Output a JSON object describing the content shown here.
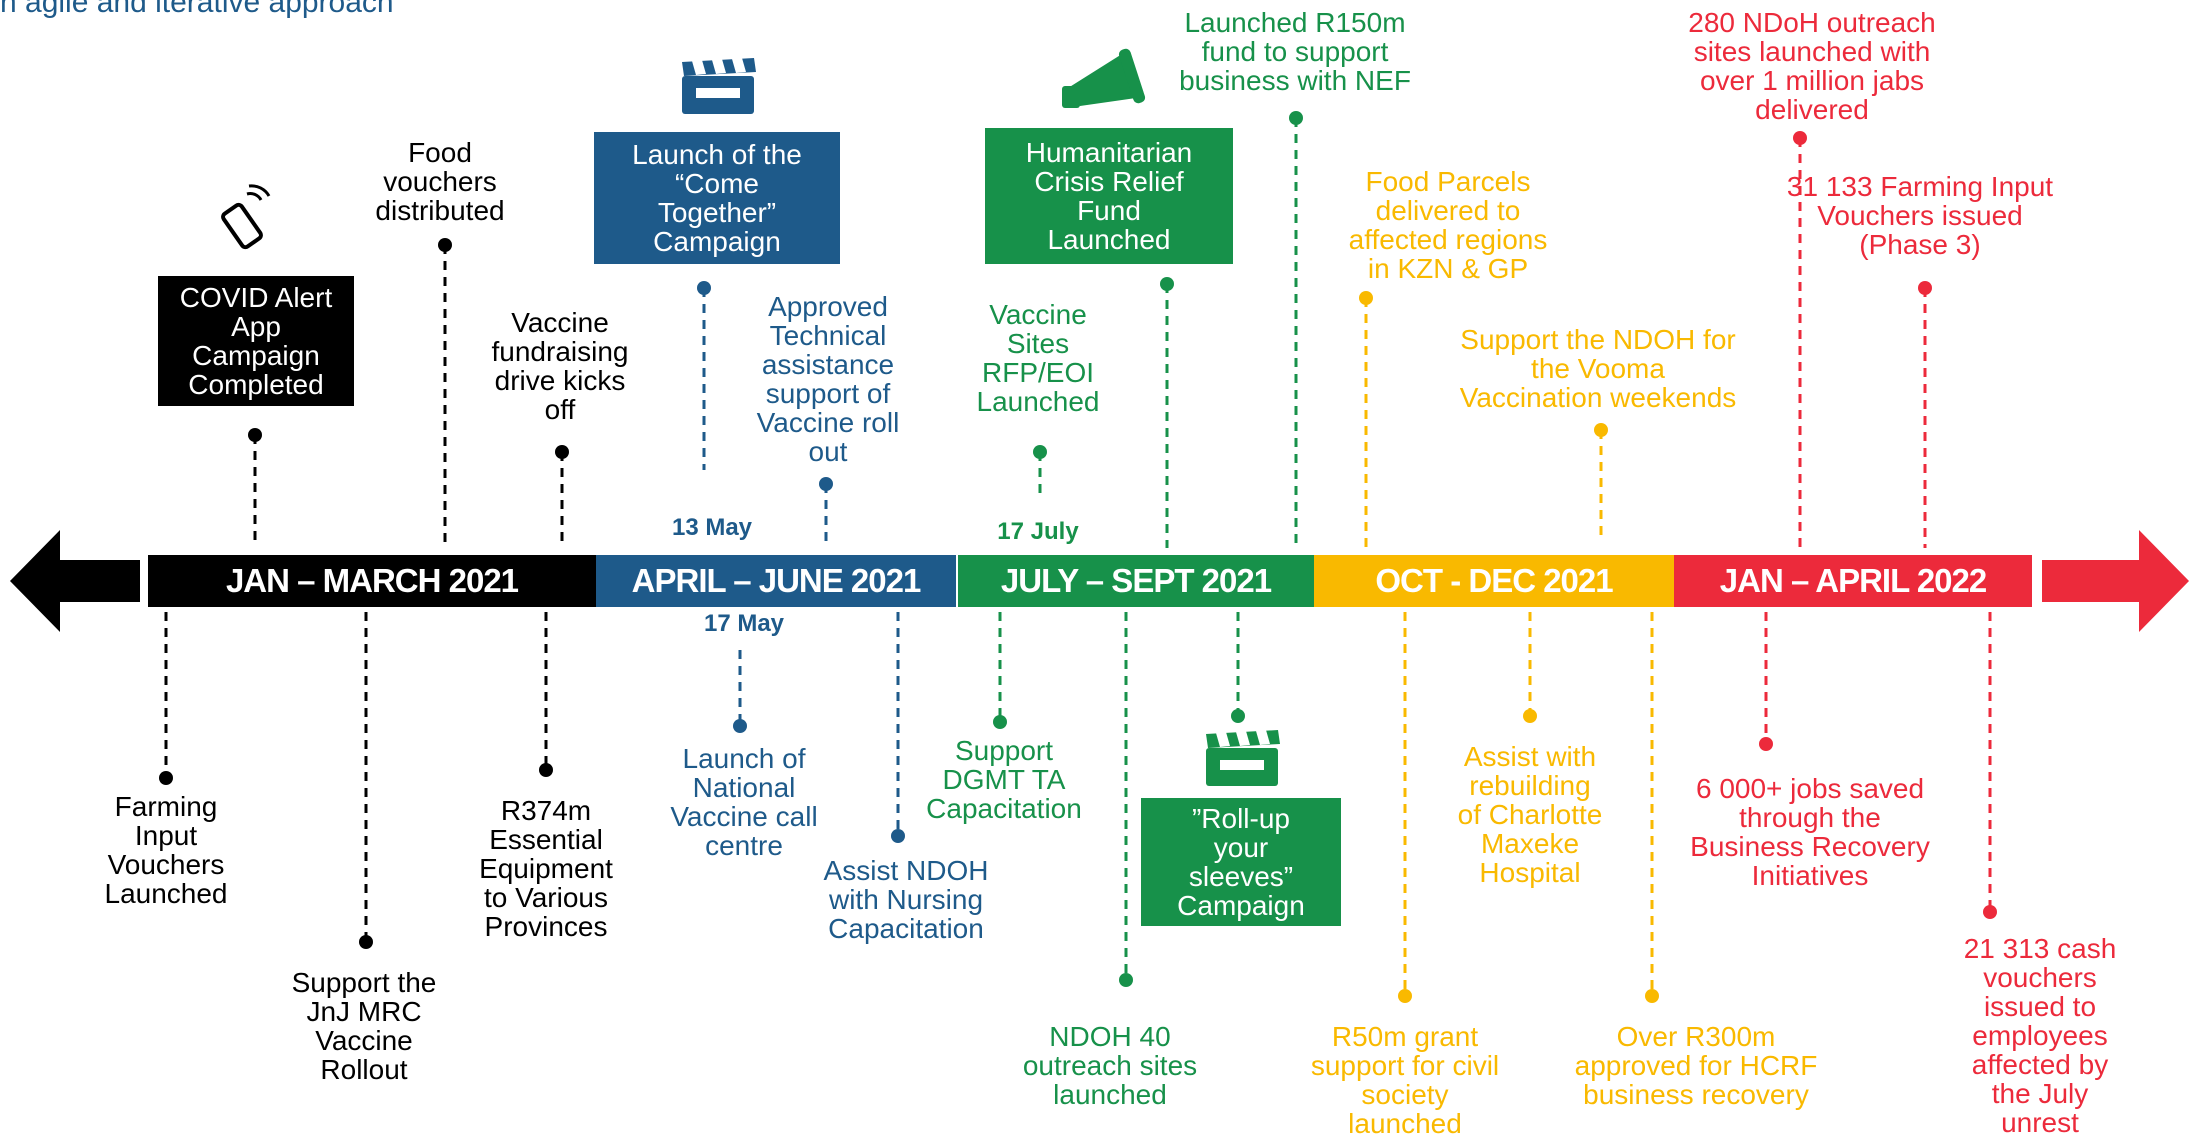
{
  "subtitle": "n agile and iterative approach",
  "colors": {
    "black": "#000000",
    "blue": "#1e5a8a",
    "green": "#17914a",
    "yellow": "#f9b900",
    "red": "#ec2a3b"
  },
  "periods": [
    {
      "label": "JAN – MARCH 2021",
      "color": "#000000"
    },
    {
      "label": "APRIL – JUNE 2021",
      "color": "#1e5a8a"
    },
    {
      "label": "JULY – SEPT 2021",
      "color": "#17914a"
    },
    {
      "label": "OCT - DEC 2021",
      "color": "#f9b900"
    },
    {
      "label": "JAN – APRIL 2022",
      "color": "#ec2a3b"
    }
  ],
  "dates": {
    "may13": "13 May",
    "july17": "17 July",
    "may17": "17 May"
  },
  "events": {
    "covid_alert": "COVID Alert\nApp\nCampaign\nCompleted",
    "food_vouchers": "Food\nvouchers\ndistributed",
    "vaccine_fundraising": "Vaccine\nfundraising\ndrive kicks\noff",
    "come_together": "Launch of the\n“Come\nTogether”\nCampaign",
    "technical_assistance": "Approved\nTechnical\nassistance\nsupport of\nVaccine roll\nout",
    "vaccine_sites_rfp": "Vaccine\nSites\nRFP/EOI\nLaunched",
    "hcrf_launched": "Humanitarian\nCrisis Relief\nFund\nLaunched",
    "nef_fund": "Launched R150m\nfund to support\nbusiness with NEF",
    "food_parcels": "Food Parcels\ndelivered to\naffected regions\nin KZN & GP",
    "vooma": "Support the NDOH for\nthe Vooma\nVaccination weekends",
    "outreach_280": "280 NDoH outreach\nsites launched with\nover 1 million jabs\ndelivered",
    "farming_phase3": "31 133 Farming Input\nVouchers issued\n(Phase 3)",
    "farming_launched": "Farming\nInput\nVouchers\nLaunched",
    "jnj_rollout": "Support the\nJnJ MRC\nVaccine\nRollout",
    "essential_equipment": "R374m\nEssential\nEquipment\nto Various\nProvinces",
    "vaccine_call_centre": "Launch of\nNational\nVaccine call\ncentre",
    "nursing_capacitation": "Assist NDOH\nwith Nursing\nCapacitation",
    "dgmt_ta": "Support\nDGMT TA\nCapacitation",
    "roll_up_sleeves": "”Roll-up\nyour\nsleeves”\nCampaign",
    "outreach_40": "NDOH 40\noutreach sites\nlaunched",
    "r50m_grant": "R50m grant\nsupport for civil\nsociety\nlaunched",
    "charlotte_maxeke": "Assist with\nrebuilding\nof Charlotte\nMaxeke\nHospital",
    "hcrf_recovery": "Over R300m\napproved for HCRF\nbusiness recovery",
    "jobs_saved": "6 000+ jobs saved\nthrough the\nBusiness Recovery\nInitiatives",
    "cash_vouchers": "21 313 cash vouchers\nissued to employees\naffected by the July\nunrest"
  },
  "icons": {
    "phone": "smartphone-icon",
    "clapper": "clapperboard-icon",
    "megaphone": "megaphone-icon"
  }
}
